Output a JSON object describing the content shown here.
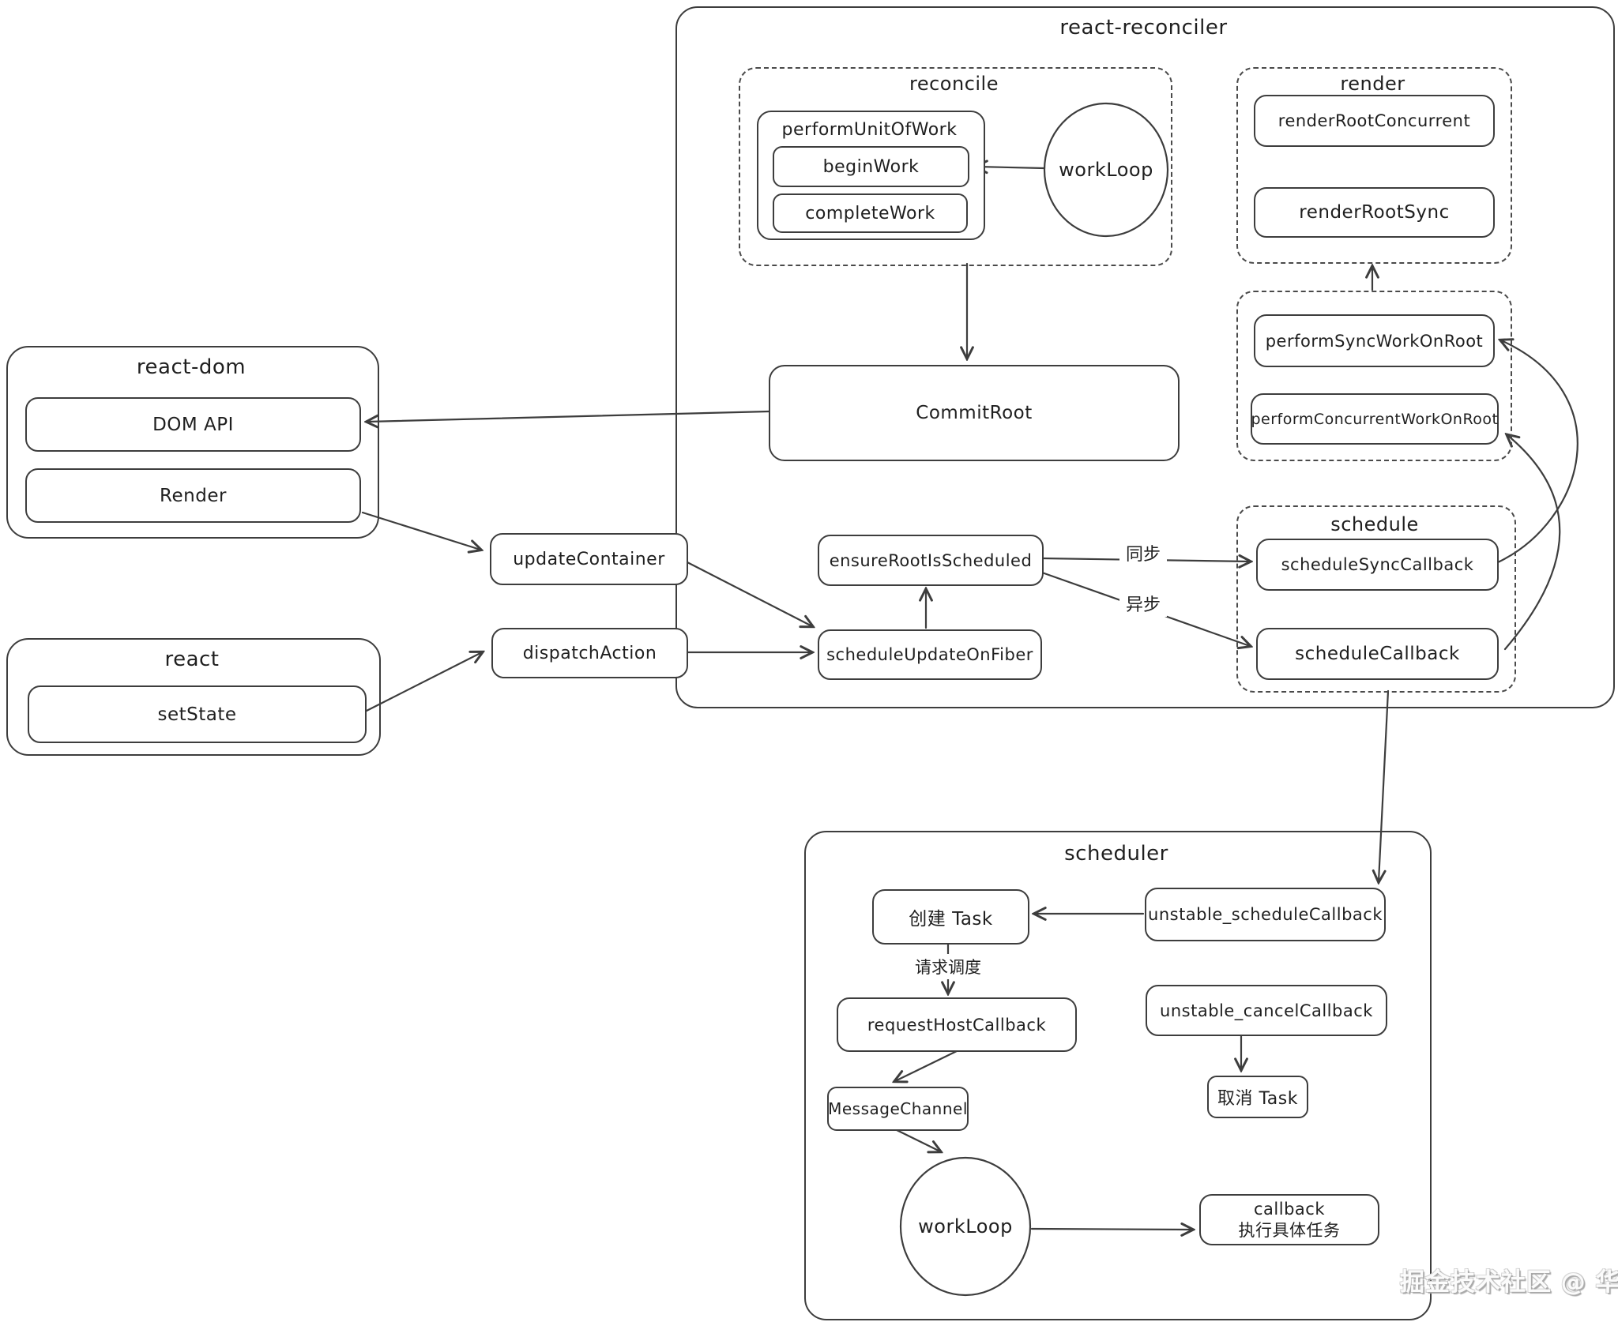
{
  "titles": {
    "react_reconciler": "react-reconciler",
    "reconcile": "reconcile",
    "render_group": "render",
    "schedule_group": "schedule",
    "react_dom": "react-dom",
    "react": "react",
    "scheduler": "scheduler"
  },
  "nodes": {
    "perform_unit_of_work": "performUnitOfWork",
    "begin_work": "beginWork",
    "complete_work": "completeWork",
    "work_loop_reconciler": "workLoop",
    "render_root_concurrent": "renderRootConcurrent",
    "render_root_sync": "renderRootSync",
    "perform_sync_work_on_root": "performSyncWorkOnRoot",
    "perform_concurrent_work_on_root": "performConcurrentWorkOnRoot",
    "schedule_sync_callback": "scheduleSyncCallback",
    "schedule_callback": "scheduleCallback",
    "commit_root": "CommitRoot",
    "ensure_root_is_scheduled": "ensureRootIsScheduled",
    "schedule_update_on_fiber": "scheduleUpdateOnFiber",
    "dom_api": "DOM API",
    "render": "Render",
    "set_state": "setState",
    "update_container": "updateContainer",
    "dispatch_action": "dispatchAction",
    "create_task": "创建 Task",
    "unstable_schedule_callback": "unstable_scheduleCallback",
    "request_host_callback": "requestHostCallback",
    "unstable_cancel_callback": "unstable_cancelCallback",
    "cancel_task": "取消 Task",
    "message_channel": "MessageChannel",
    "work_loop_scheduler": "workLoop",
    "callback_line1": "callback",
    "callback_line2": "执行具体任务"
  },
  "edge_labels": {
    "sync": "同步",
    "async": "异步",
    "request_schedule": "请求调度"
  },
  "watermark": "掘金技术社区 @ 华铧"
}
